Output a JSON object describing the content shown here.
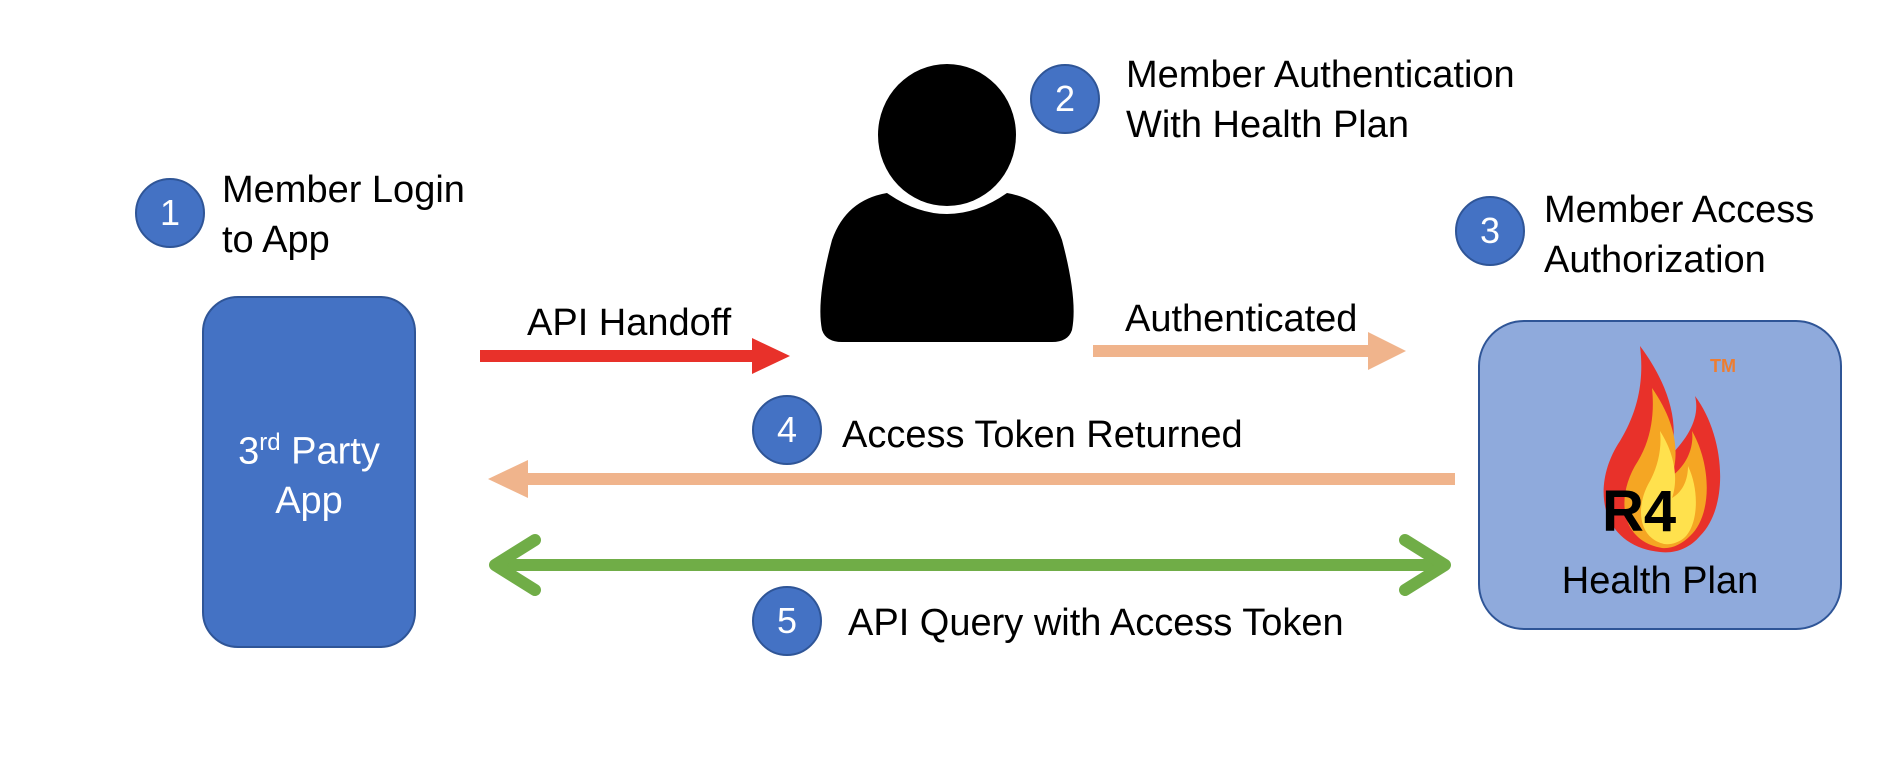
{
  "steps": [
    {
      "number": "1",
      "text_line1": "Member Login",
      "text_line2": "to App"
    },
    {
      "number": "2",
      "text_line1": "Member Authentication",
      "text_line2": "With Health Plan"
    },
    {
      "number": "3",
      "text_line1": "Member Access",
      "text_line2": "Authorization"
    },
    {
      "number": "4",
      "text": "Access Token Returned"
    },
    {
      "number": "5",
      "text": "API Query with Access Token"
    }
  ],
  "arrows": {
    "api_handoff": "API Handoff",
    "authenticated": "Authenticated"
  },
  "app_box": {
    "line1_prefix": "3",
    "line1_sup": "rd",
    "line1_suffix": " Party",
    "line2": "App"
  },
  "health_plan": {
    "logo_text": "R4",
    "trademark": "TM",
    "name": "Health Plan"
  },
  "colors": {
    "badge": "#4472c4",
    "app_box": "#4472c4",
    "plan_box": "#8faadc",
    "handoff_arrow": "#e8312a",
    "peach_arrow": "#f0b48c",
    "green_arrow": "#70ad47"
  }
}
